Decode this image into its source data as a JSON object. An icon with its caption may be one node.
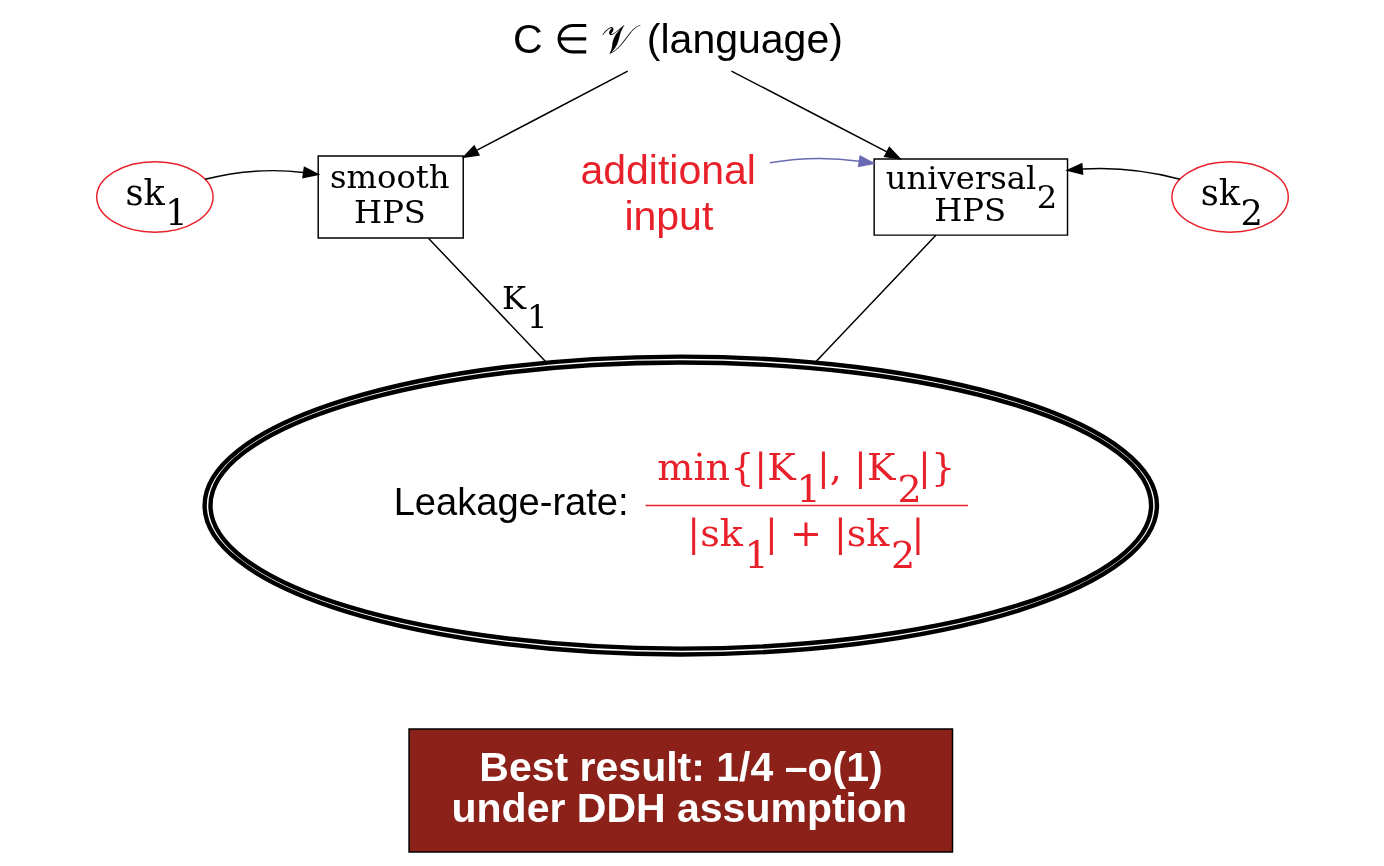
{
  "diagram": {
    "nodes": [
      {
        "text": [
          "C ∈ 𝒱 (language)"
        ]
      },
      {
        "text": [
          "smooth HPS"
        ]
      },
      {
        "text": [
          "universal$_{2}$ HPS"
        ]
      },
      {
        "text": [
          "sk$_{1}$"
        ]
      },
      {
        "text": [
          "sk$_{2}$"
        ]
      },
      {
        "text": [
          "additional input"
        ]
      },
      {
        "text": [
          "Leakage-rate:",
          "min{|K$_{1}$|, |K$_{2}$|}",
          "|sk$_{1}$| + |sk$_{2}$|"
        ]
      },
      {
        "text": [
          "Best result: 1/4 –o(1) under DDH assumption"
        ]
      }
    ],
    "edges": [
      {
        "from": 0,
        "to": 1,
        "arrow": "to"
      },
      {
        "from": 0,
        "to": 2,
        "arrow": "to"
      },
      {
        "from": 3,
        "to": 1,
        "arrow": "to"
      },
      {
        "from": 4,
        "to": 2,
        "arrow": "to"
      },
      {
        "from": 5,
        "to": 2,
        "arrow": "to",
        "color": "#6a6ab4"
      },
      {
        "from": 1,
        "to": 6,
        "arrow": "none",
        "label": "K$_{1}$"
      },
      {
        "from": 2,
        "to": 6,
        "arrow": "none"
      }
    ]
  }
}
